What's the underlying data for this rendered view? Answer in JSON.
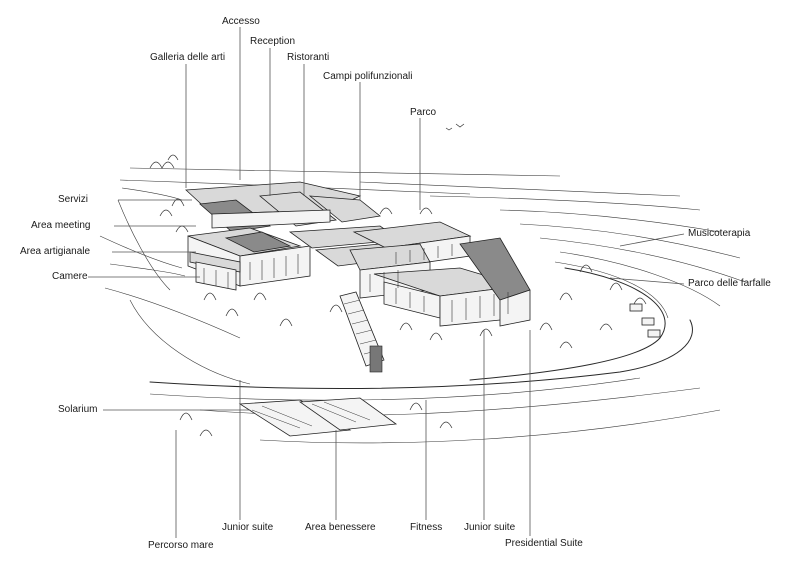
{
  "labels": {
    "accesso": "Accesso",
    "reception": "Reception",
    "galleria": "Galleria delle arti",
    "ristoranti": "Ristoranti",
    "campi": "Campi polifunzionali",
    "parco": "Parco",
    "servizi": "Servizi",
    "area_meeting": "Area meeting",
    "area_artigianale": "Area artigianale",
    "camere": "Camere",
    "musicoterapia": "Musicoterapia",
    "parco_farfalle": "Parco delle farfalle",
    "solarium": "Solarium",
    "percorso_mare": "Percorso mare",
    "junior_suite_1": "Junior suite",
    "area_benessere": "Area benessere",
    "fitness": "Fitness",
    "junior_suite_2": "Junior suite",
    "presidential_suite": "Presidential Suite"
  }
}
